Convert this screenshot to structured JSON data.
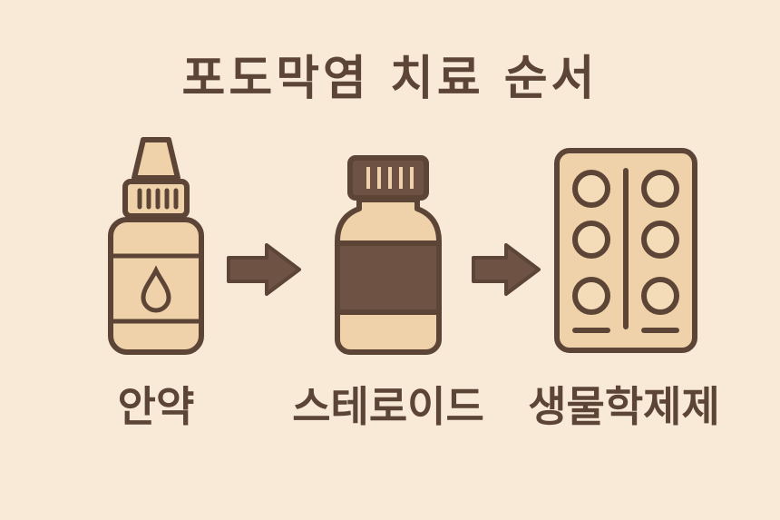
{
  "title": "포도막염 치료 순서",
  "steps": [
    {
      "label": "안약",
      "icon": "eye-drop-bottle-icon"
    },
    {
      "label": "스테로이드",
      "icon": "medicine-bottle-icon"
    },
    {
      "label": "생물학제제",
      "icon": "pill-blister-pack-icon"
    }
  ],
  "arrows": [
    "arrow-right-icon",
    "arrow-right-icon"
  ],
  "colors": {
    "background": "#f8ead6",
    "outline": "#5c4536",
    "fill_light": "#f0d2aa",
    "fill_dark": "#6e5344"
  }
}
